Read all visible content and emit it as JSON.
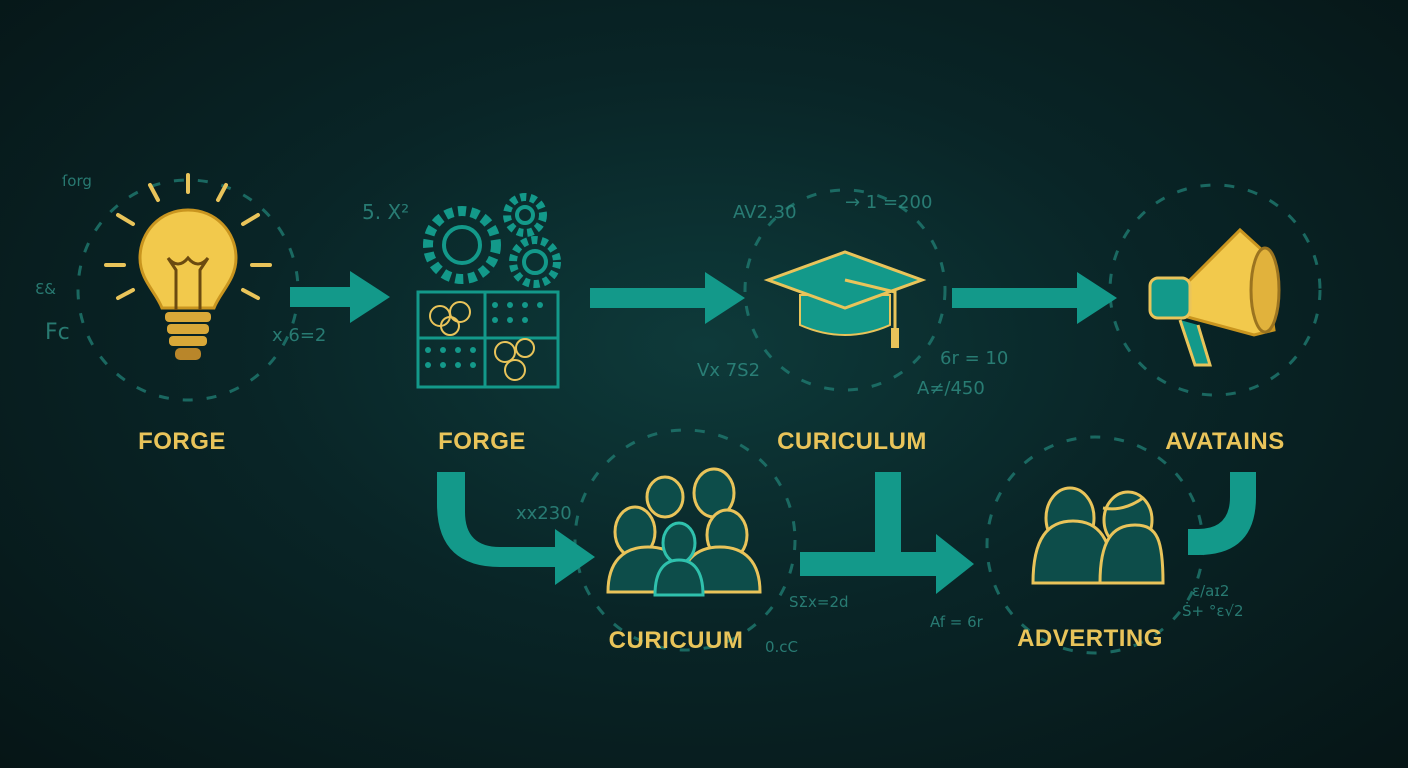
{
  "colors": {
    "background": "#092527",
    "accent_teal": "#13998a",
    "gold": "#e9c45a",
    "scribble": "#2e8a80"
  },
  "steps": [
    {
      "label": "FORGE",
      "icon": "lightbulb-icon"
    },
    {
      "label": "FORGE",
      "icon": "gears-dashboard-icon"
    },
    {
      "label": "CURICULUM",
      "icon": "graduation-cap-icon"
    },
    {
      "label": "AVATAINS",
      "icon": "megaphone-icon"
    },
    {
      "label": "CURICUUM",
      "icon": "group-people-icon"
    },
    {
      "label": "ADVERTING",
      "icon": "two-people-icon"
    }
  ],
  "notes": [
    "ſorg",
    "Ɛ&",
    "Fc",
    "x 6=2",
    "5. X²",
    "AV2.30",
    "→ 1 =200",
    "Vx 7S2",
    "6r = 10",
    "A≠/450",
    "xx230",
    "SΣx=2d",
    "0.cC",
    "Af = 6r",
    "ɛ/aɪ2",
    "Ṡ+ °ɛ√2"
  ]
}
